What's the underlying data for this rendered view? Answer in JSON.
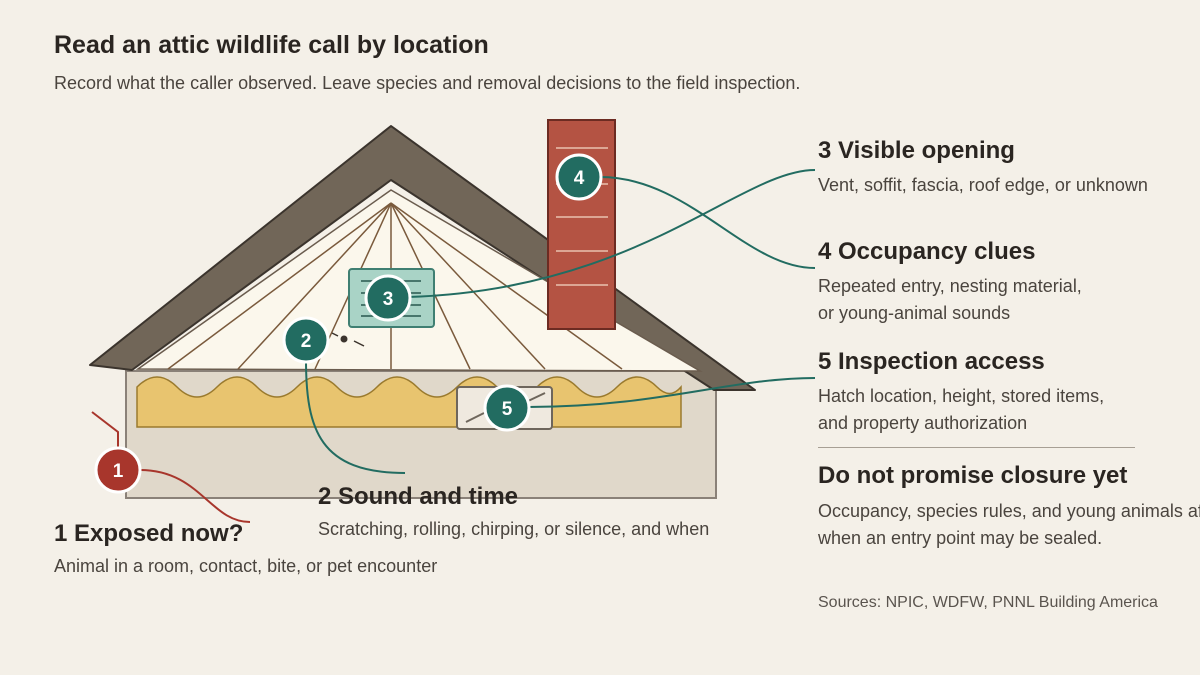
{
  "header": {
    "title": "Read an attic wildlife call by location",
    "subtitle": "Record what the caller observed. Leave species and removal decisions to the field inspection."
  },
  "callouts": [
    {
      "number": "1",
      "title": "1 Exposed now?",
      "desc": "Animal in a room, contact, bite, or pet encounter"
    },
    {
      "number": "2",
      "title": "2 Sound and time",
      "desc": "Scratching, rolling, chirping, or silence, and when"
    },
    {
      "number": "3",
      "title": "3 Visible opening",
      "desc": "Vent, soffit, fascia, roof edge, or unknown"
    },
    {
      "number": "4",
      "title": "4 Occupancy clues",
      "desc_line1": "Repeated entry, nesting material,",
      "desc_line2": "or young-animal sounds"
    },
    {
      "number": "5",
      "title": "5 Inspection access",
      "desc_line1": "Hatch location, height, stored items,",
      "desc_line2": "and property authorization"
    }
  ],
  "caution": {
    "title": "Do not promise closure yet",
    "line1": "Occupancy, species rules, and young animals affect",
    "line2": "when an entry point may be sealed."
  },
  "sources": "Sources: NPIC, WDFW, PNNL Building America",
  "colors": {
    "background": "#f4f0e8",
    "roof": "#716658",
    "chimney": "#b45343",
    "insulation": "#e8c46f",
    "marker_teal": "#226c61",
    "marker_red": "#a8362c",
    "attic_wall": "#e0d8ca"
  }
}
